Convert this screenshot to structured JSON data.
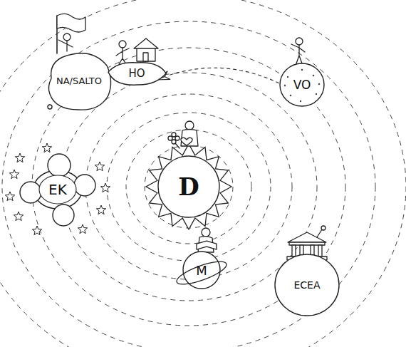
{
  "diagram": {
    "nodes": [
      {
        "text": [
          "NA/SALTO"
        ]
      },
      {
        "text": [
          "HO"
        ]
      },
      {
        "text": [
          "VO"
        ]
      },
      {
        "text": [
          "D"
        ]
      },
      {
        "text": [
          "M"
        ]
      },
      {
        "text": [
          "EK"
        ]
      },
      {
        "text": [
          "ECEA"
        ]
      }
    ],
    "edges": [
      {
        "from": 2,
        "to": 1,
        "arrow": "to"
      }
    ]
  }
}
